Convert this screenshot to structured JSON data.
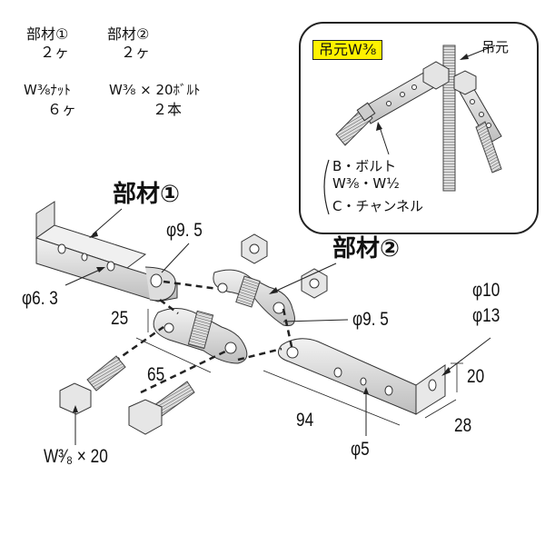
{
  "parts_list": {
    "items": [
      {
        "name": "部材①",
        "qty": "２ヶ"
      },
      {
        "name": "部材②",
        "qty": "２ヶ"
      },
      {
        "name": "W³⁄₈ﾅｯﾄ",
        "qty": "６ヶ"
      },
      {
        "name": "W³⁄₈ × 20ﾎﾞﾙﾄ",
        "qty": "２本"
      }
    ]
  },
  "inset": {
    "badge": "吊元W³⁄₈",
    "hanger_label": "吊元",
    "bolt_label": "B・ボルト",
    "bolt_sizes": "W³⁄₈・W½",
    "channel_label": "C・チャンネル",
    "badge_color": "#fff200"
  },
  "main": {
    "part1_label": "部材①",
    "part2_label": "部材②",
    "dims": {
      "hole_9_5_a": "φ9. 5",
      "hole_6_3": "φ6. 3",
      "hole_9_5_b": "φ9. 5",
      "hole_10": "φ10",
      "hole_13": "φ13",
      "width_25": "25",
      "length_65": "65",
      "length_94": "94",
      "height_20": "20",
      "depth_28": "28",
      "hole_5": "φ5"
    },
    "bolt_label": "W³⁄₈ × 20"
  }
}
